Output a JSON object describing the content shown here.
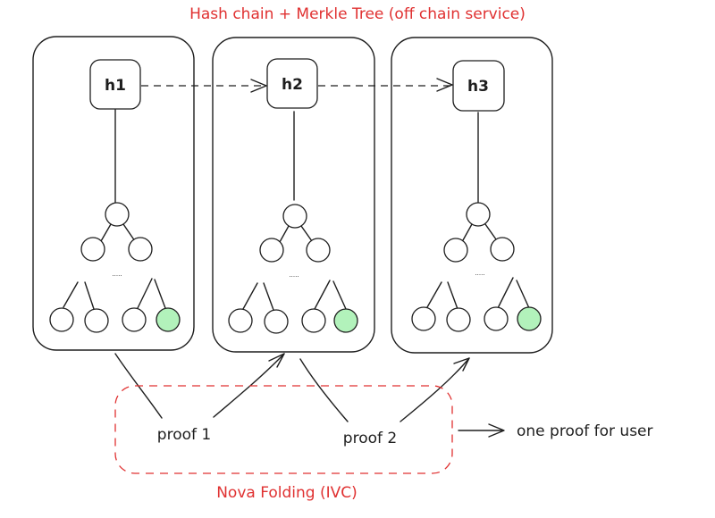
{
  "diagram": {
    "title": "Hash chain + Merkle Tree (off chain service)",
    "blocks": [
      {
        "id": "block-1",
        "hash_label": "h1",
        "highlighted_leaf_index": 3
      },
      {
        "id": "block-2",
        "hash_label": "h2",
        "highlighted_leaf_index": 3
      },
      {
        "id": "block-3",
        "hash_label": "h3",
        "highlighted_leaf_index": 3
      }
    ],
    "tree": {
      "ellipsis": ".....",
      "leaf_count": 4
    },
    "proofs": [
      {
        "label": "proof 1",
        "from": "block-1",
        "to": "block-2"
      },
      {
        "label": "proof 2",
        "from": "block-2",
        "to": "block-3"
      }
    ],
    "folding_group_label": "Nova Folding (IVC)",
    "output_label": "one proof for user",
    "colors": {
      "title": "#e03131",
      "stroke": "#1e1e1e",
      "highlight_leaf": "#b2f2bb",
      "folding_box": "#e03131"
    }
  }
}
